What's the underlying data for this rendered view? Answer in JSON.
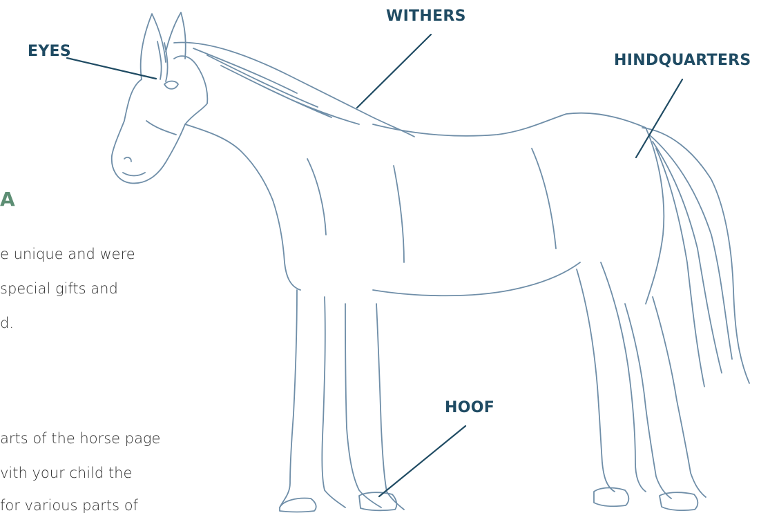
{
  "colors": {
    "label": "#1f4b63",
    "accent": "#5d8e74",
    "sketch": "#6f8ea8",
    "text": "#2e2e2e"
  },
  "labels": {
    "eyes": "EYES",
    "withers": "WITHERS",
    "hindquarters": "HINDQUARTERS",
    "hoof": "HOOF"
  },
  "left_text": {
    "heading_fragment": "A",
    "paragraph1": [
      "e unique and were",
      "special gifts and",
      "d."
    ],
    "paragraph2": [
      "arts of the horse page",
      "vith your child the",
      "for various parts of"
    ]
  }
}
